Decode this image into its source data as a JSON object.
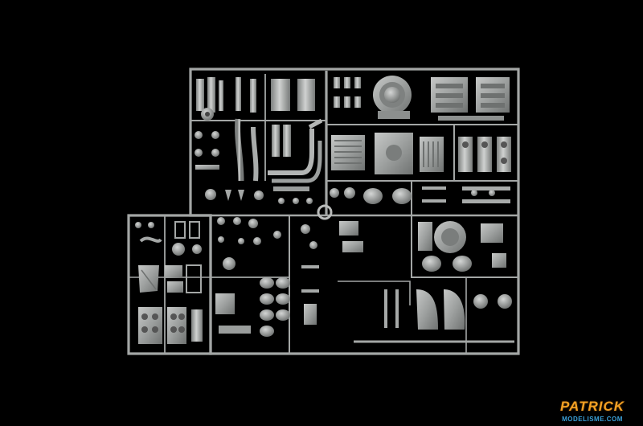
{
  "scene": {
    "subject": "model kit sprue",
    "background_color": "#000000",
    "plastic_color": "#9a9d9c"
  },
  "watermark": {
    "top_text": "PATRICK",
    "bottom_text": "MODELISME.COM",
    "top_color": "#f2a024",
    "bottom_color": "#3aa0d8"
  }
}
